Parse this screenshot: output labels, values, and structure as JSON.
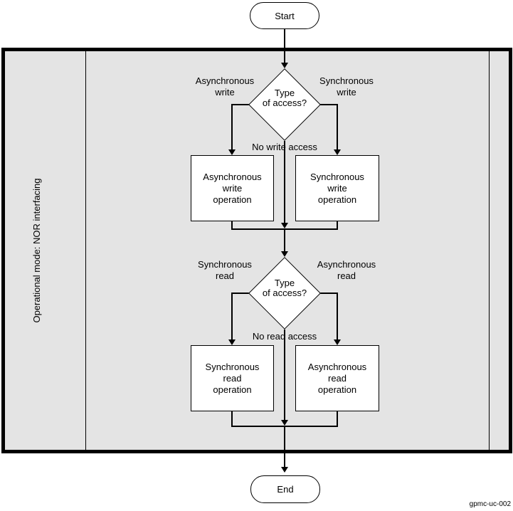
{
  "lane": {
    "label": "Operational mode: NOR interfacing"
  },
  "terminators": {
    "start": "Start",
    "end": "End"
  },
  "decisions": {
    "write": {
      "lines": [
        "Type",
        "of access?"
      ]
    },
    "read": {
      "lines": [
        "Type",
        "of access?"
      ]
    }
  },
  "processes": {
    "async_write": {
      "lines": [
        "Asynchronous",
        "write",
        "operation"
      ]
    },
    "sync_write": {
      "lines": [
        "Synchronous",
        "write",
        "operation"
      ]
    },
    "sync_read": {
      "lines": [
        "Synchronous",
        "read",
        "operation"
      ]
    },
    "async_read": {
      "lines": [
        "Asynchronous",
        "read",
        "operation"
      ]
    }
  },
  "edge_labels": {
    "async_write": {
      "lines": [
        "Asynchronous",
        "write"
      ]
    },
    "sync_write": {
      "lines": [
        "Synchronous",
        "write"
      ]
    },
    "no_write": "No write access",
    "sync_read": {
      "lines": [
        "Synchronous",
        "read"
      ]
    },
    "async_read": {
      "lines": [
        "Asynchronous",
        "read"
      ]
    },
    "no_read": "No read access"
  },
  "caption": "gpmc-uc-002",
  "colors": {
    "page_bg": "#ffffff",
    "lane_bg": "#e4e4e4",
    "node_bg": "#ffffff",
    "line": "#000000"
  }
}
